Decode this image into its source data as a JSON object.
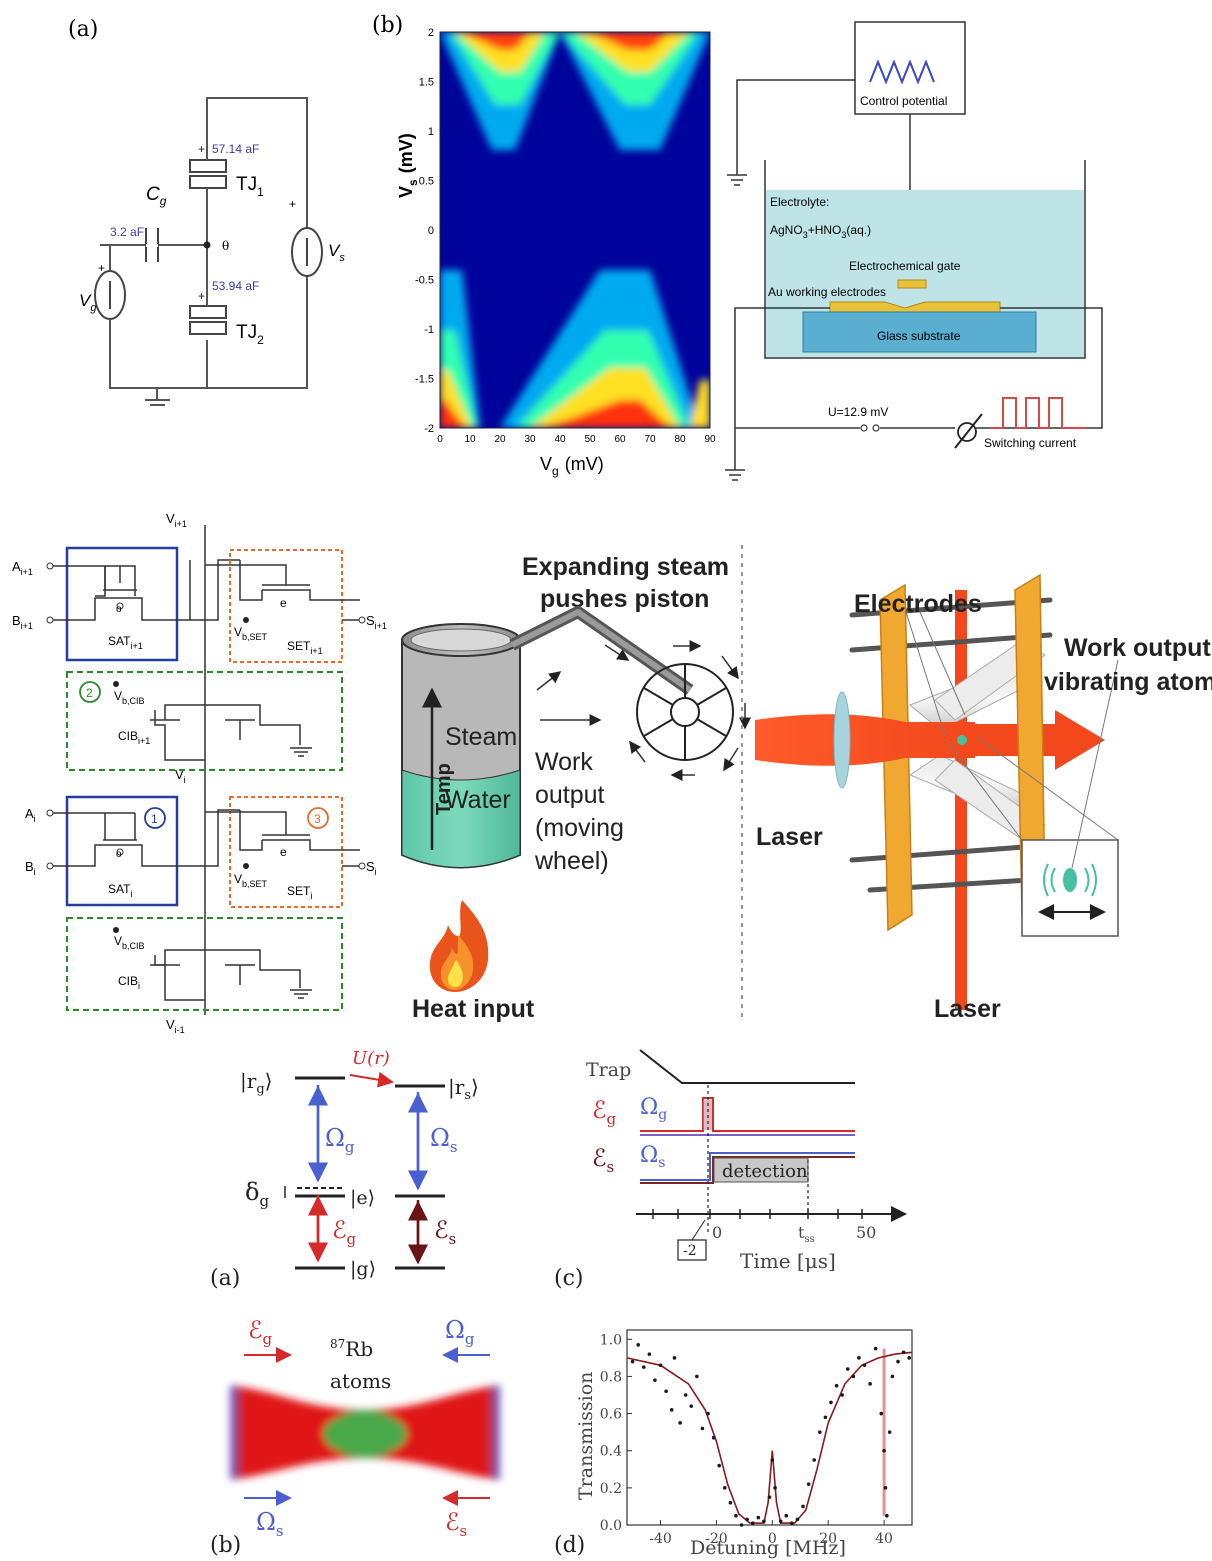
{
  "panel_a": {
    "label": "(a)",
    "cap_top": "57.14 aF",
    "tj1": "TJ",
    "tj1_sub": "1",
    "cap_bottom": "53.94 aF",
    "tj2": "TJ",
    "tj2_sub": "2",
    "cg": "C",
    "cg_sub": "g",
    "cg_value": "3.2 aF",
    "island": "θ",
    "vg": "V",
    "vg_sub": "g",
    "vs": "V",
    "vs_sub": "s",
    "plus": "+"
  },
  "panel_b": {
    "label": "(b)",
    "ylabel": "V",
    "ylabel_sub": "s",
    "ylabel_unit": "(mV)",
    "xlabel": "V",
    "xlabel_sub": "g",
    "xlabel_unit": "(mV)",
    "yticks": [
      "2",
      "1.5",
      "1",
      "0.5",
      "0",
      "-0.5",
      "-1",
      "-1.5",
      "-2"
    ],
    "xticks": [
      "0",
      "10",
      "20",
      "30",
      "40",
      "50",
      "60",
      "70",
      "80",
      "90"
    ],
    "control": "Control potential",
    "electrolyte": "Electrolyte:",
    "electrolyte_formula": "AgNO",
    "electrolyte_formula_2": "+HNO",
    "electrolyte_formula_3": "(aq.)",
    "sub_3": "3",
    "gate": "Electrochemical gate",
    "electrodes": "Au working electrodes",
    "substrate": "Glass substrate",
    "voltage": "U=12.9 mV",
    "switching": "Switching current"
  },
  "circuit": {
    "v_top": "V",
    "v_top_sub": "i+1",
    "v_mid": "V",
    "v_mid_sub": "i",
    "v_bot": "V",
    "v_bot_sub": "i-1",
    "a_top": "A",
    "a_top_sub": "i+1",
    "b_top": "B",
    "b_top_sub": "i+1",
    "a_bot": "A",
    "a_bot_sub": "i",
    "b_bot": "B",
    "b_bot_sub": "i",
    "s_top": "S",
    "s_top_sub": "i+1",
    "s_bot": "S",
    "s_bot_sub": "i",
    "sat_top": "SAT",
    "sat_top_sub": "i+1",
    "sat_bot": "SAT",
    "sat_bot_sub": "i",
    "set_top": "SET",
    "set_top_sub": "i+1",
    "set_bot": "SET",
    "set_bot_sub": "i",
    "cib_top": "CIB",
    "cib_top_sub": "i+1",
    "cib_bot": "CIB",
    "cib_bot_sub": "i",
    "vbset": "V",
    "vbset_sub": "b,SET",
    "vbcib": "V",
    "vbcib_sub": "b,CIB",
    "gate_o": "o",
    "gate_e": "e",
    "num1": "1",
    "num2": "2",
    "num3": "3"
  },
  "engine": {
    "expanding": "Expanding steam",
    "pushes": "pushes piston",
    "steam": "Steam",
    "water": "Water",
    "temp": "Temp",
    "work1": "Work",
    "work2": "output",
    "work3": "(moving",
    "work4": "wheel)",
    "heat": "Heat input"
  },
  "atom": {
    "electrodes": "Electrodes",
    "work1": "Work output:",
    "work2": "vibrating atom",
    "laser_left": "Laser",
    "laser_bottom": "Laser"
  },
  "levels": {
    "label": "(a)",
    "rg": "|r",
    "rg_sub": "g",
    "rs": "|r",
    "rs_sub": "s",
    "ket_close": "⟩",
    "U": "U(r)",
    "omega_g": "Ω",
    "omega_g_sub": "g",
    "omega_s": "Ω",
    "omega_s_sub": "s",
    "delta": "δ",
    "delta_sub": "g",
    "e": "|e⟩",
    "g": "|g⟩",
    "Eg": "ℰ",
    "Eg_sub": "g",
    "Es": "ℰ",
    "Es_sub": "s"
  },
  "timing": {
    "label": "(c)",
    "trap": "Trap",
    "Eg": "ℰ",
    "Eg_sub": "g",
    "Es": "ℰ",
    "Es_sub": "s",
    "omega_g": "Ω",
    "omega_g_sub": "g",
    "omega_s": "Ω",
    "omega_s_sub": "s",
    "detection": "detection",
    "t_minus2": "-2",
    "t0": "0",
    "t_ss": "t",
    "t_ss_sub": "ss",
    "t50": "50",
    "xlabel": "Time [μs]"
  },
  "cloud": {
    "label": "(b)",
    "Eg": "ℰ",
    "Eg_sub": "g",
    "omega_g": "Ω",
    "omega_g_sub": "g",
    "omega_s": "Ω",
    "omega_s_sub": "s",
    "Es": "ℰ",
    "Es_sub": "s",
    "rb_sup": "87",
    "rb": "Rb",
    "atoms": "atoms"
  },
  "chart_data": {
    "type": "scatter",
    "label": "(d)",
    "xlabel": "Detuning [MHz]",
    "ylabel": "Transmission",
    "xlim": [
      -52,
      50
    ],
    "ylim": [
      0,
      1.05
    ],
    "xticks": [
      -40,
      -20,
      0,
      20,
      40
    ],
    "yticks": [
      0.0,
      0.2,
      0.4,
      0.6,
      0.8,
      1.0
    ],
    "series": [
      {
        "values": [
          [
            -50,
            0.88
          ],
          [
            -48,
            0.97
          ],
          [
            -46,
            0.85
          ],
          [
            -44,
            0.92
          ],
          [
            -42,
            0.78
          ],
          [
            -40,
            0.86
          ],
          [
            -38,
            0.72
          ],
          [
            -36,
            0.62
          ],
          [
            -35,
            0.9
          ],
          [
            -33,
            0.55
          ],
          [
            -31,
            0.7
          ],
          [
            -29,
            0.64
          ],
          [
            -27,
            0.8
          ],
          [
            -25,
            0.52
          ],
          [
            -23,
            0.6
          ],
          [
            -21,
            0.47
          ],
          [
            -19,
            0.32
          ],
          [
            -17,
            0.2
          ],
          [
            -15,
            0.12
          ],
          [
            -13,
            0.05
          ],
          [
            -11,
            0.0
          ],
          [
            -9,
            0.03
          ],
          [
            -7,
            0.01
          ],
          [
            -5,
            0.04
          ],
          [
            -3,
            0.02
          ],
          [
            -1,
            0.15
          ],
          [
            0,
            0.35
          ],
          [
            1,
            0.2
          ],
          [
            3,
            0.02
          ],
          [
            5,
            0.05
          ],
          [
            7,
            0.01
          ],
          [
            9,
            0.03
          ],
          [
            11,
            0.1
          ],
          [
            13,
            0.22
          ],
          [
            15,
            0.35
          ],
          [
            17,
            0.5
          ],
          [
            19,
            0.58
          ],
          [
            21,
            0.66
          ],
          [
            23,
            0.75
          ],
          [
            25,
            0.7
          ],
          [
            27,
            0.84
          ],
          [
            29,
            0.8
          ],
          [
            31,
            0.9
          ],
          [
            33,
            0.86
          ],
          [
            35,
            0.76
          ],
          [
            37,
            0.95
          ],
          [
            39,
            0.6
          ],
          [
            40,
            0.4
          ],
          [
            40.5,
            0.2
          ],
          [
            41,
            0.05
          ],
          [
            42,
            0.5
          ],
          [
            43,
            0.8
          ],
          [
            45,
            0.88
          ],
          [
            47,
            0.93
          ],
          [
            49,
            0.9
          ]
        ]
      },
      {
        "values": [
          [
            -52,
            0.9
          ],
          [
            -40,
            0.86
          ],
          [
            -30,
            0.76
          ],
          [
            -24,
            0.62
          ],
          [
            -20,
            0.45
          ],
          [
            -16,
            0.22
          ],
          [
            -12,
            0.06
          ],
          [
            -8,
            0.01
          ],
          [
            -3,
            0.01
          ],
          [
            -1.5,
            0.12
          ],
          [
            0,
            0.4
          ],
          [
            1.5,
            0.12
          ],
          [
            3,
            0.01
          ],
          [
            8,
            0.01
          ],
          [
            12,
            0.08
          ],
          [
            16,
            0.3
          ],
          [
            20,
            0.55
          ],
          [
            26,
            0.76
          ],
          [
            32,
            0.86
          ],
          [
            38,
            0.9
          ],
          [
            44,
            0.92
          ],
          [
            50,
            0.93
          ]
        ]
      }
    ],
    "colors": {
      "points": "#1a1a1a",
      "fit": "#8a1a1a",
      "band": "#e06060"
    }
  }
}
